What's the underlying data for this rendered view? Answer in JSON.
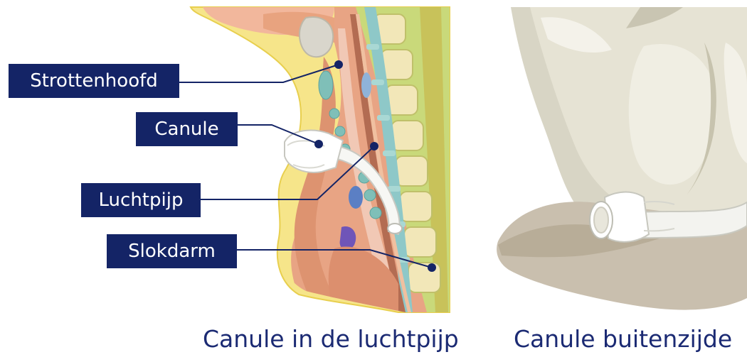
{
  "labels": {
    "larynx": "Strottenhoofd",
    "cannula": "Canule",
    "trachea": "Luchtpijp",
    "esophagus": "Slokdarm"
  },
  "captions": {
    "left": "Canule in de luchtpijp",
    "right": "Canule buitenzijde"
  },
  "colors": {
    "label_bg": "#142466",
    "label_text": "#ffffff",
    "caption_text": "#1b2a73",
    "leader_line": "#142466"
  }
}
